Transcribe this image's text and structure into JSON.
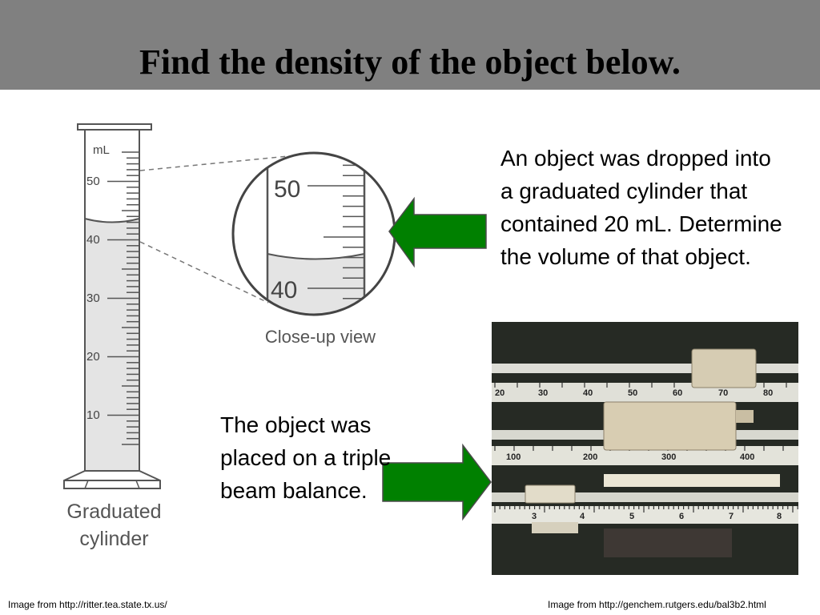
{
  "slide": {
    "title": "Find the density of the object below.",
    "volume_text": "An object was dropped into a graduated cylinder that contained 20 mL. Determine the volume of that object.",
    "mass_text": "The object was placed on a triple beam balance.",
    "credit_left": "Image from http://ritter.tea.state.tx.us/",
    "credit_right": "Image from http://genchem.rutgers.edu/bal3b2.html"
  },
  "cylinder": {
    "unit": "mL",
    "scale_labels": [
      "50",
      "40",
      "30",
      "20",
      "10"
    ],
    "caption_line1": "Graduated",
    "caption_line2": "cylinder"
  },
  "closeup": {
    "label_top": "50",
    "label_bottom": "40",
    "caption": "Close-up view"
  },
  "balance": {
    "top_beam_labels": [
      "20",
      "30",
      "40",
      "50",
      "60",
      "70",
      "80"
    ],
    "middle_beam_labels": [
      "100",
      "200",
      "300",
      "400"
    ],
    "bottom_beam_labels": [
      "3",
      "4",
      "5",
      "6",
      "7",
      "8"
    ]
  },
  "colors": {
    "header": "#808080",
    "arrow": "#008000",
    "liquid": "#e4e4e4"
  }
}
